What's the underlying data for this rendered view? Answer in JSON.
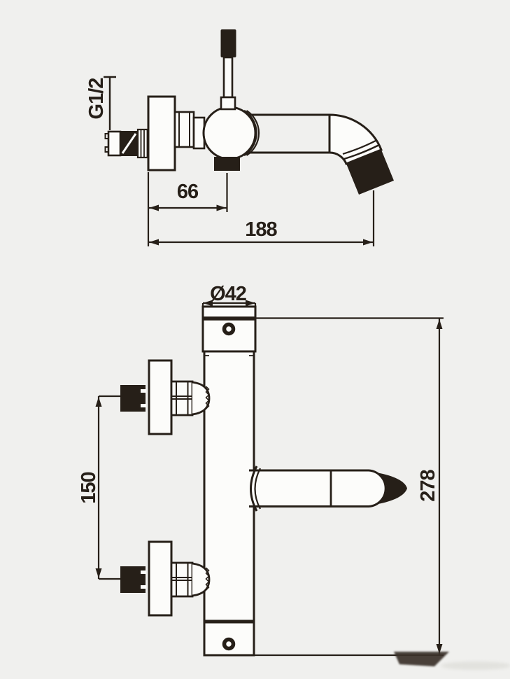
{
  "colors": {
    "background": "#f0f0ee",
    "line": "#261f18",
    "shape_fill": "#fcfcfa"
  },
  "top_view": {
    "labels": {
      "inlet_thread": "G1/2",
      "wall_to_outlet": "66",
      "overall_reach": "188"
    }
  },
  "front_view": {
    "labels": {
      "escutcheon_diameter": "Ø42",
      "inlet_center_spacing": "150",
      "overall_height": "278"
    }
  }
}
